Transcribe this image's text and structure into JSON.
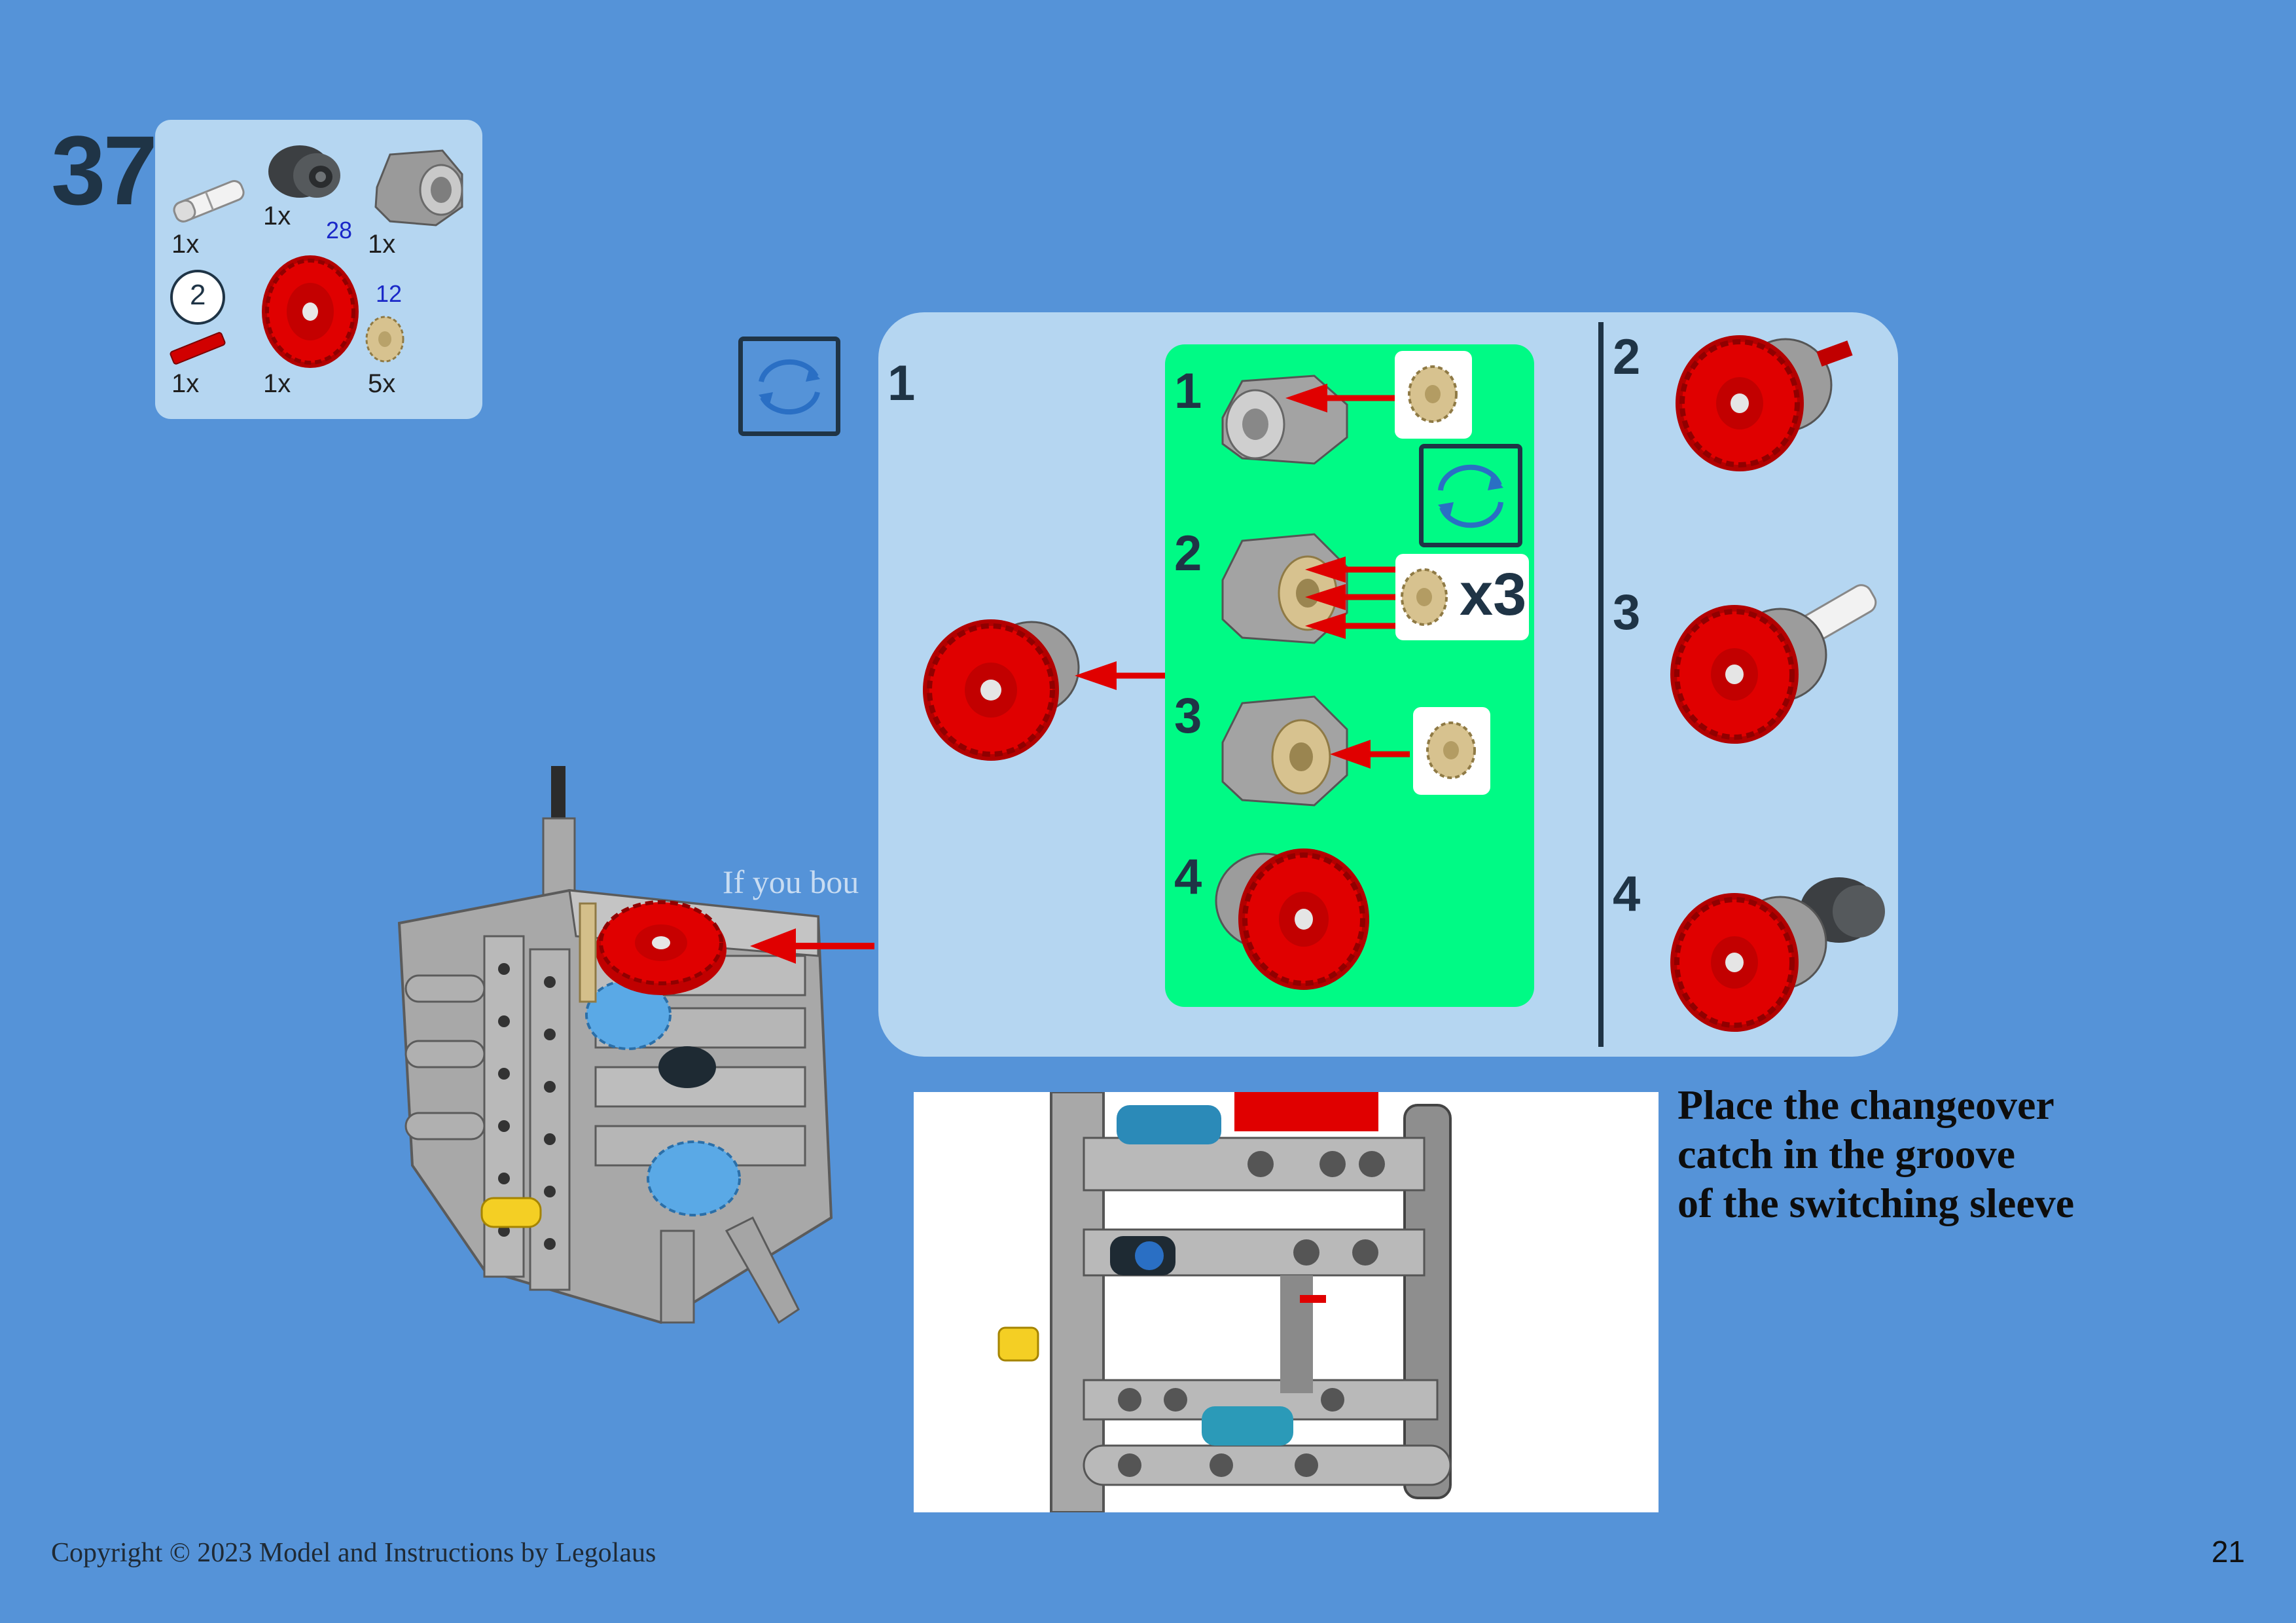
{
  "step": {
    "number": "37"
  },
  "parts_list": {
    "items": [
      {
        "name": "axle-pin-light-gray",
        "qty": "1x"
      },
      {
        "name": "dark-gray-coupler",
        "qty": "1x",
        "length": "28"
      },
      {
        "name": "gray-differential-housing",
        "qty": "1x"
      },
      {
        "name": "red-axle",
        "qty": "1x",
        "length_circle": "2"
      },
      {
        "name": "red-gear-24-tooth",
        "qty": "1x"
      },
      {
        "name": "tan-bevel-gear-12-tooth",
        "qty": "5x",
        "length": "12"
      }
    ]
  },
  "icons": {
    "rotate": "rotate-model-icon",
    "arrow": "red-arrow-icon"
  },
  "colors": {
    "background": "#5593d8",
    "panel": "#b5d6f1",
    "subassembly": "#00fa85",
    "accent_red": "#e00000",
    "text_dark": "#1f3446"
  },
  "subassembly": {
    "outer_label": "1",
    "inner_steps": [
      {
        "label": "1"
      },
      {
        "label": "2",
        "multiplier": "x3"
      },
      {
        "label": "3"
      },
      {
        "label": "4"
      }
    ],
    "right_steps": [
      {
        "label": "2"
      },
      {
        "label": "3"
      },
      {
        "label": "4"
      }
    ]
  },
  "faint_overlay_text": "If you bou",
  "instruction": {
    "lines": [
      "Place the changeover",
      "catch in the groove",
      "of the switching sleeve"
    ]
  },
  "footer": {
    "copyright": "Copyright © 2023 Model and Instructions by Legolaus",
    "page_number": "21"
  }
}
